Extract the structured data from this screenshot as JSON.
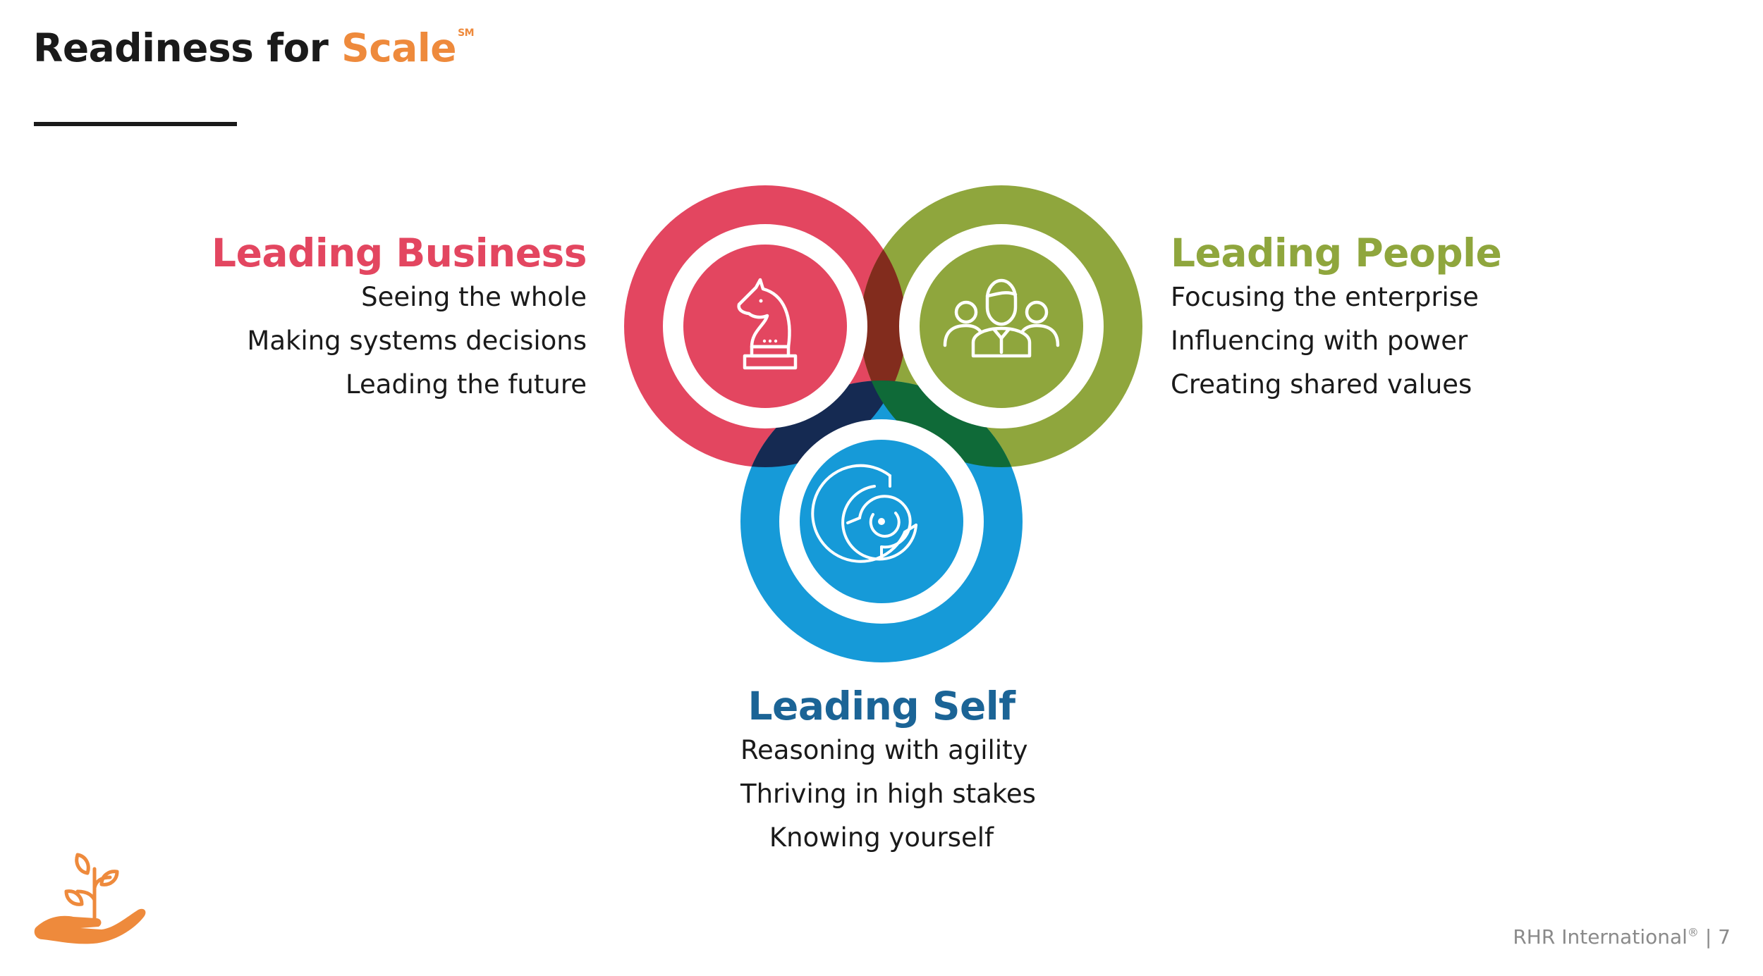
{
  "header": {
    "title_main": "Readiness for",
    "title_accent": "Scale",
    "title_mark": "SM"
  },
  "diagram": {
    "circles": [
      {
        "key": "business",
        "heading": "Leading Business",
        "items": [
          "Seeing the whole",
          "Making systems decisions",
          "Leading the future"
        ],
        "icon": "chess-knight-icon",
        "color": "#e34660"
      },
      {
        "key": "people",
        "heading": "Leading People",
        "items": [
          "Focusing the enterprise",
          "Influencing with power",
          "Creating shared values"
        ],
        "icon": "team-people-icon",
        "color": "#8fa63d"
      },
      {
        "key": "self",
        "heading": "Leading Self",
        "items": [
          "Reasoning with agility",
          "Thriving in high stakes",
          "Knowing yourself"
        ],
        "icon": "maze-icon",
        "color": "#169ad8"
      }
    ],
    "overlap_colors": {
      "business_people": "#822c1d",
      "business_self": "#152a52",
      "people_self": "#0f6a38"
    }
  },
  "footer": {
    "company": "RHR International",
    "mark": "®",
    "separator": "|",
    "page_number": "7"
  },
  "logo": {
    "icon": "hand-sprout-icon",
    "color": "#ee8a3c"
  }
}
